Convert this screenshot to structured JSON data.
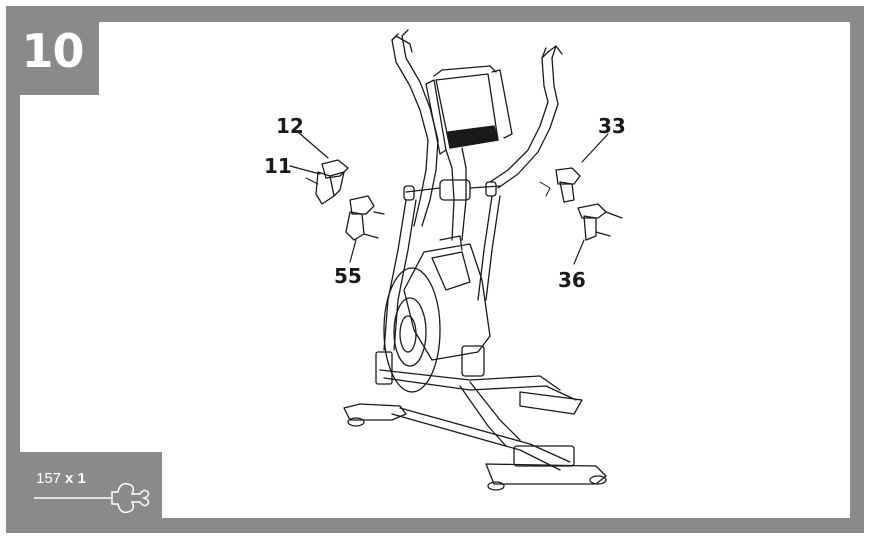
{
  "step": {
    "number": "10"
  },
  "parts": {
    "count": "157",
    "quantity": "x 1",
    "icon": "puzzle-key-icon"
  },
  "callouts": {
    "c12": "12",
    "c11": "11",
    "c55": "55",
    "c33": "33",
    "c36": "36"
  },
  "colors": {
    "frame": "#8a8a8c",
    "line": "#1a1a1a"
  }
}
